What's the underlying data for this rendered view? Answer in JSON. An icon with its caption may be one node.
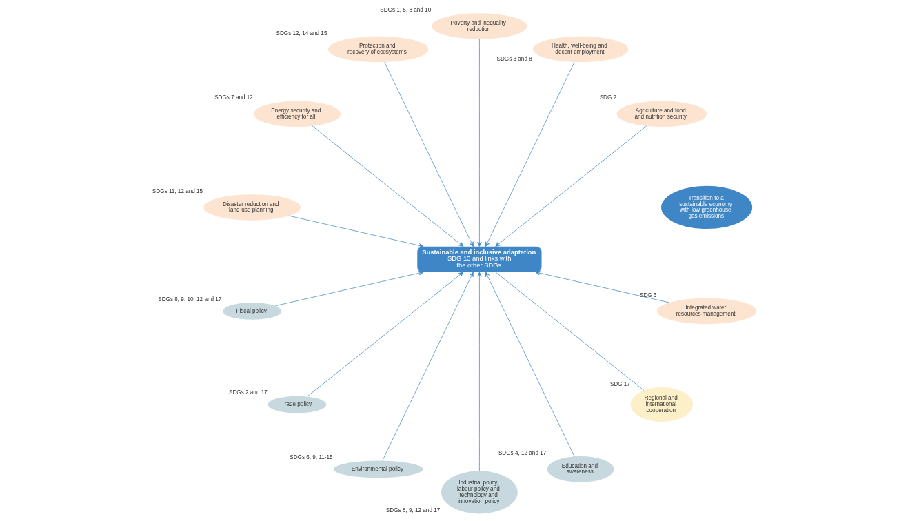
{
  "diagram": {
    "nodes": [
      {
        "text": [
          "Sustainable and inclusive adaptation",
          "SDG 13 and links with the other SDGs"
        ]
      },
      {
        "text": [
          "Transition to a sustainable economy with low greenhouse gas emissions"
        ]
      },
      {
        "text": [
          "Agriculture and food and nutrition security"
        ],
        "beside": [
          "SDG 2"
        ]
      },
      {
        "text": [
          "Health, well-being and decent employment"
        ],
        "beside": [
          "SDGs 3 and 8"
        ]
      },
      {
        "text": [
          "Poverty and inequality reduction"
        ],
        "beside": [
          "SDGs 1, 5, 8 and 10"
        ]
      },
      {
        "text": [
          "Protection and recovery of ecosystems"
        ],
        "beside": [
          "SDGs 12, 14 and 15"
        ]
      },
      {
        "text": [
          "Energy security and efficiency for all"
        ],
        "beside": [
          "SDGs 7 and 12"
        ]
      },
      {
        "text": [
          "Disaster reduction and land-use planning"
        ],
        "beside": [
          "SDGs 11, 12 and 15"
        ]
      },
      {
        "text": [
          "Fiscal policy"
        ],
        "beside": [
          "SDGs 8, 9, 10, 12 and 17"
        ]
      },
      {
        "text": [
          "Trade policy"
        ],
        "beside": [
          "SDGs 2 and 17"
        ]
      },
      {
        "text": [
          "Environmental policy"
        ],
        "beside": [
          "SDGs 6, 9, 11-15"
        ]
      },
      {
        "text": [
          "Industrial policy, labour policy and technology and innovation policy"
        ],
        "beside": [
          "SDGs 8, 9, 12 and 17"
        ]
      },
      {
        "text": [
          "Education and awareness"
        ],
        "beside": [
          "SDGs 4, 12 and 17"
        ]
      },
      {
        "text": [
          "Regional and international cooperation"
        ],
        "beside": [
          "SDG 17"
        ]
      },
      {
        "text": [
          "Integrated water resources management"
        ],
        "beside": [
          "SDG 6"
        ]
      }
    ],
    "edges": [
      {
        "from": 2,
        "to": 0,
        "arrow": "to"
      },
      {
        "from": 3,
        "to": 0,
        "arrow": "to"
      },
      {
        "from": 4,
        "to": 0,
        "arrow": "to"
      },
      {
        "from": 5,
        "to": 0,
        "arrow": "to"
      },
      {
        "from": 6,
        "to": 0,
        "arrow": "to"
      },
      {
        "from": 7,
        "to": 0,
        "arrow": "to"
      },
      {
        "from": 8,
        "to": 0,
        "arrow": "to"
      },
      {
        "from": 9,
        "to": 0,
        "arrow": "to"
      },
      {
        "from": 10,
        "to": 0,
        "arrow": "to"
      },
      {
        "from": 11,
        "to": 0,
        "arrow": "to"
      },
      {
        "from": 12,
        "to": 0,
        "arrow": "to"
      },
      {
        "from": 13,
        "to": 0,
        "arrow": "none"
      },
      {
        "from": 14,
        "to": 0,
        "arrow": "to"
      }
    ]
  }
}
